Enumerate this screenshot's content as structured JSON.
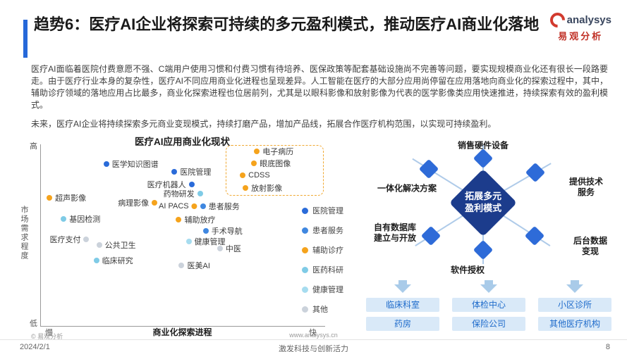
{
  "header": {
    "title": "趋势6：医疗AI企业将探索可持续的多元盈利模式，推动医疗AI商业化落地",
    "logo_name": "analysys",
    "logo_cn": "易观分析"
  },
  "intro": {
    "para1": "医疗AI面临着医院付费意愿不强、C端用户使用习惯和付费习惯有待培养、医保政策等配套基础设施尚不完善等问题，要实现规模商业化还有很长一段路要走。由于医疗行业本身的复杂性，医疗AI不同应用商业化进程也呈现差异。人工智能在医疗的大部分应用尚停留在应用落地向商业化的探索过程中，其中，辅助诊疗领域的落地应用占比最多，商业化探索进程也位居前列，尤其是以眼科影像和放射影像为代表的医学影像类应用快速推进，持续探索有效的盈利模式。",
    "para2": "未来，医疗AI企业将持续探索多元商业变现模式，持续打磨产品，增加产品线，拓展合作医疗机构范围，以实现可持续盈利。"
  },
  "chart_data": {
    "type": "scatter",
    "title": "医疗AI应用商业化现状",
    "xlabel": "商业化探索进程",
    "x_min_label": "慢",
    "x_max_label": "快",
    "ylabel": "市场需求程度",
    "y_min_label": "低",
    "y_max_label": "高",
    "palette": {
      "hospital": "#2A6BD9",
      "patient": "#3F87E0",
      "diagnosis": "#F5A31C",
      "research": "#7FCBE6",
      "health": "#A6DCEF",
      "other": "#CBD2DB"
    },
    "legend": [
      {
        "label": "医院管理",
        "series": "hospital"
      },
      {
        "label": "患者服务",
        "series": "patient"
      },
      {
        "label": "辅助诊疗",
        "series": "diagnosis"
      },
      {
        "label": "医药科研",
        "series": "research"
      },
      {
        "label": "健康管理",
        "series": "health"
      },
      {
        "label": "其他",
        "series": "other"
      }
    ],
    "points": [
      {
        "label": "医学知识图谱",
        "x": 23,
        "y": 11,
        "series": "hospital",
        "side": "right"
      },
      {
        "label": "电子病历",
        "x": 76,
        "y": 4,
        "series": "diagnosis",
        "side": "right"
      },
      {
        "label": "眼底图像",
        "x": 75,
        "y": 10.5,
        "series": "diagnosis",
        "side": "right"
      },
      {
        "label": "CDSS",
        "x": 71,
        "y": 17,
        "series": "diagnosis",
        "side": "right"
      },
      {
        "label": "放射影像",
        "x": 72,
        "y": 24,
        "series": "diagnosis",
        "side": "right"
      },
      {
        "label": "医院管理",
        "x": 47,
        "y": 15,
        "series": "hospital",
        "side": "right"
      },
      {
        "label": "医疗机器人",
        "x": 53,
        "y": 22,
        "series": "hospital",
        "side": "left"
      },
      {
        "label": "药物研发",
        "x": 56,
        "y": 27,
        "series": "research",
        "side": "left"
      },
      {
        "label": "超声影像",
        "x": 3,
        "y": 29.5,
        "series": "diagnosis",
        "side": "right"
      },
      {
        "label": "病理影像",
        "x": 40,
        "y": 32,
        "series": "diagnosis",
        "side": "left"
      },
      {
        "label": "AI PACS",
        "x": 54,
        "y": 34,
        "series": "diagnosis",
        "side": "left"
      },
      {
        "label": "患者服务",
        "x": 57,
        "y": 34,
        "series": "patient",
        "side": "right"
      },
      {
        "label": "基因检测",
        "x": 8,
        "y": 41,
        "series": "research",
        "side": "right"
      },
      {
        "label": "辅助放疗",
        "x": 48.5,
        "y": 41.5,
        "series": "diagnosis",
        "side": "right"
      },
      {
        "label": "手术导航",
        "x": 58,
        "y": 47.5,
        "series": "patient",
        "side": "right"
      },
      {
        "label": "医疗支付",
        "x": 16,
        "y": 52.5,
        "series": "other",
        "side": "left"
      },
      {
        "label": "健康管理",
        "x": 52,
        "y": 53.5,
        "series": "health",
        "side": "right"
      },
      {
        "label": "公共卫生",
        "x": 20.5,
        "y": 55.5,
        "series": "other",
        "side": "right"
      },
      {
        "label": "中医",
        "x": 63,
        "y": 57.5,
        "series": "other",
        "side": "right"
      },
      {
        "label": "临床研究",
        "x": 19.5,
        "y": 64,
        "series": "research",
        "side": "right"
      },
      {
        "label": "医美AI",
        "x": 49.5,
        "y": 66.5,
        "series": "other",
        "side": "right"
      }
    ],
    "highlight_box": {
      "x": 65,
      "y": 0.5,
      "w": 34,
      "h": 27
    }
  },
  "diagram": {
    "center_label": "拓展多元\n盈利模式",
    "nodes": [
      {
        "pos": "top",
        "label": "销售硬件设备"
      },
      {
        "pos": "ul",
        "label": "一体化解决方案"
      },
      {
        "pos": "ur",
        "label": "提供技术服务"
      },
      {
        "pos": "ll",
        "label": "自有数据库\n建立与开放"
      },
      {
        "pos": "lr",
        "label": "后台数据变现"
      },
      {
        "pos": "bottom",
        "label": "软件授权"
      }
    ]
  },
  "channels": {
    "rows": [
      [
        "临床科室",
        "体检中心",
        "小区诊所"
      ],
      [
        "药房",
        "保险公司",
        "其他医疗机构"
      ]
    ]
  },
  "footer": {
    "copyright": "© 易观分析",
    "website": "www.analysys.cn",
    "date": "2024/2/1",
    "slogan": "激发科技与创新活力",
    "page": "8"
  }
}
